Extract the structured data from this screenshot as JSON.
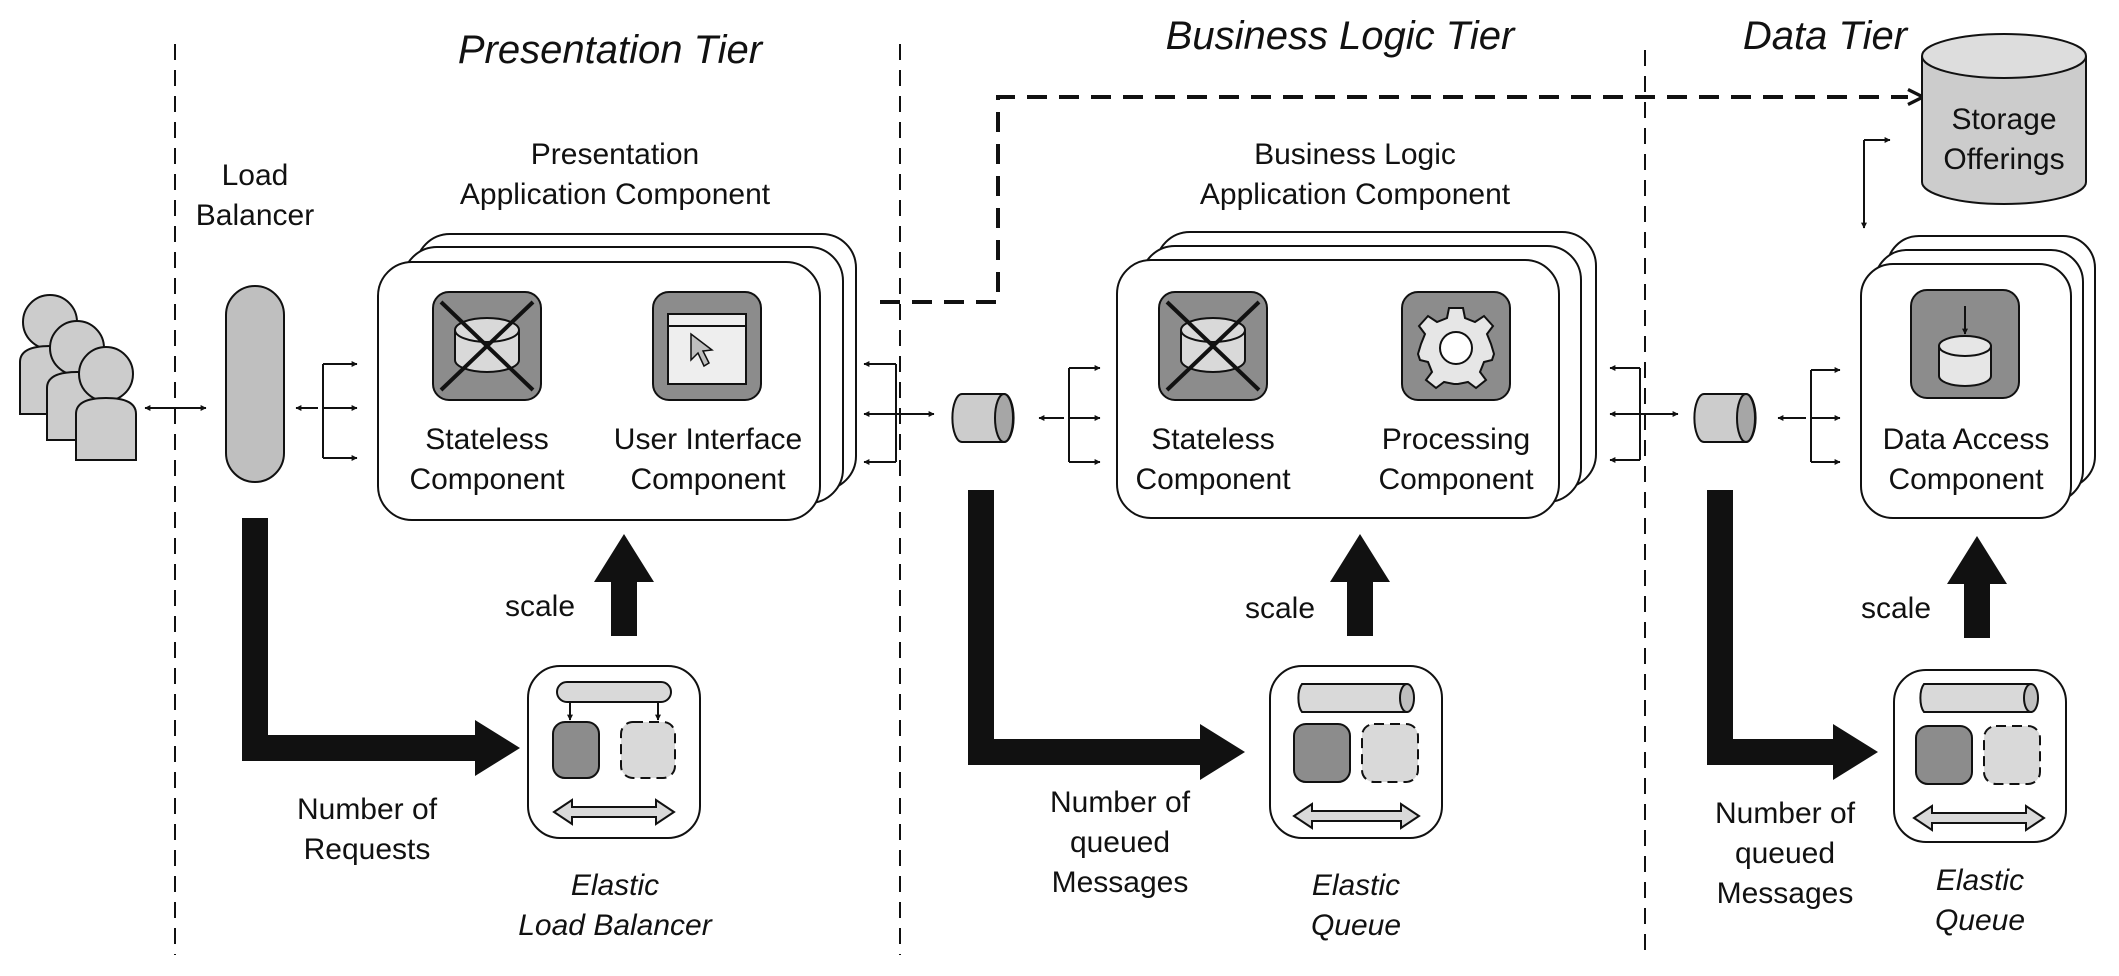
{
  "tiers": {
    "presentation": "Presentation Tier",
    "business": "Business Logic Tier",
    "data": "Data Tier"
  },
  "load_balancer": {
    "line1": "Load",
    "line2": "Balancer"
  },
  "presentation_component": {
    "title_line1": "Presentation",
    "title_line2": "Application Component",
    "stateless_line1": "Stateless",
    "stateless_line2": "Component",
    "ui_line1": "User Interface",
    "ui_line2": "Component"
  },
  "business_component": {
    "title_line1": "Business Logic",
    "title_line2": "Application Component",
    "stateless_line1": "Stateless",
    "stateless_line2": "Component",
    "processing_line1": "Processing",
    "processing_line2": "Component"
  },
  "data_component": {
    "line1": "Data Access",
    "line2": "Component"
  },
  "storage": {
    "line1": "Storage",
    "line2": "Offerings"
  },
  "scale_label": "scale",
  "metrics": {
    "requests_line1": "Number of",
    "requests_line2": "Requests",
    "queued_line1": "Number of",
    "queued_line2": "queued",
    "queued_line3": "Messages"
  },
  "elastic": {
    "lb_line1": "Elastic",
    "lb_line2": "Load Balancer",
    "queue_line1": "Elastic",
    "queue_line2": "Queue"
  },
  "colors": {
    "dark_fill": "#8c8c8c",
    "medium_fill": "#a6a6a6",
    "light_fill": "#d9d9d9",
    "line": "#111111"
  }
}
